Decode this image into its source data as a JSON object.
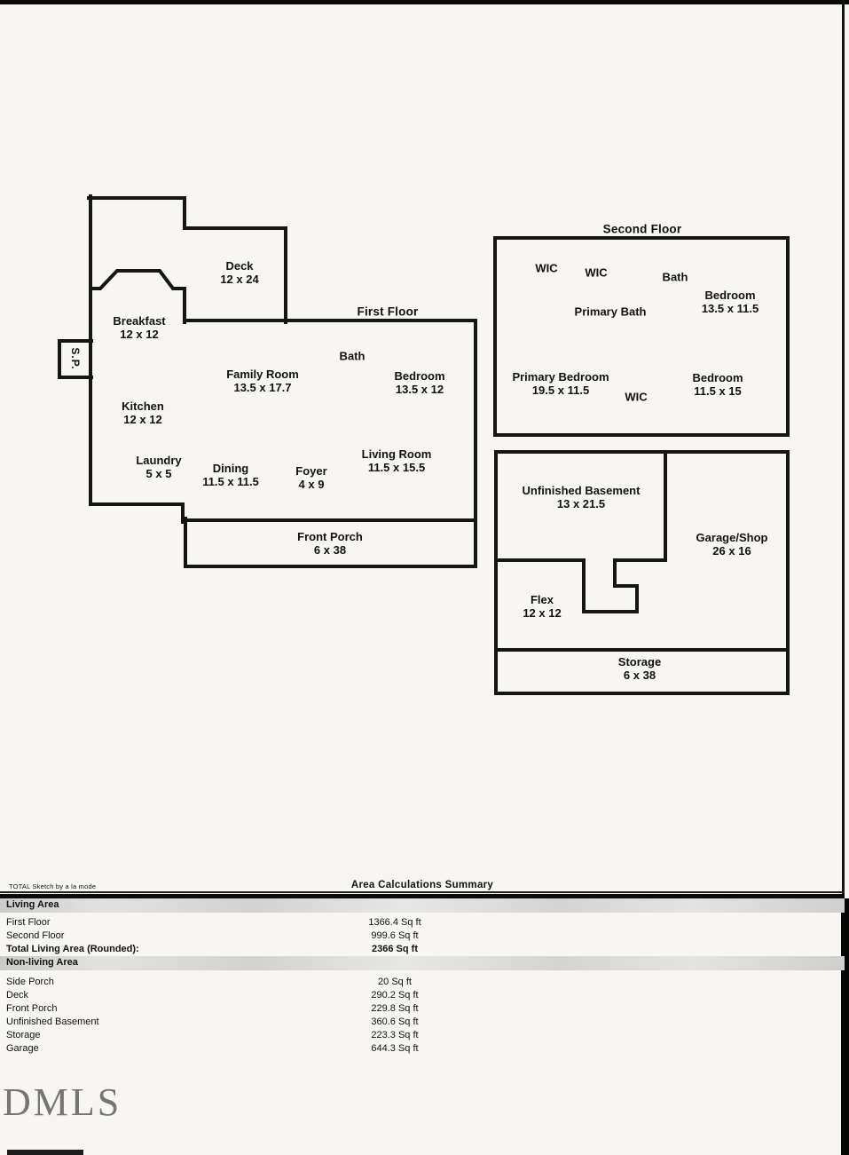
{
  "first_floor": {
    "title": "First Floor",
    "side_porch_label": "S.P.",
    "rooms": [
      {
        "name": "Deck",
        "dims": "12 x 24"
      },
      {
        "name": "Breakfast",
        "dims": "12 x 12"
      },
      {
        "name": "Bath"
      },
      {
        "name": "Family Room",
        "dims": "13.5 x 17.7"
      },
      {
        "name": "Bedroom",
        "dims": "13.5 x 12"
      },
      {
        "name": "Kitchen",
        "dims": "12 x 12"
      },
      {
        "name": "Laundry",
        "dims": "5 x 5"
      },
      {
        "name": "Dining",
        "dims": "11.5 x 11.5"
      },
      {
        "name": "Foyer",
        "dims": "4 x 9"
      },
      {
        "name": "Living Room",
        "dims": "11.5 x 15.5"
      },
      {
        "name": "Front Porch",
        "dims": "6 x 38"
      }
    ]
  },
  "second_floor": {
    "title": "Second Floor",
    "rooms": [
      {
        "name": "WIC"
      },
      {
        "name": "WIC"
      },
      {
        "name": "Bath"
      },
      {
        "name": "Bedroom",
        "dims": "13.5 x 11.5"
      },
      {
        "name": "Primary Bath"
      },
      {
        "name": "Primary Bedroom",
        "dims": "19.5 x 11.5"
      },
      {
        "name": "WIC"
      },
      {
        "name": "Bedroom",
        "dims": "11.5 x 15"
      }
    ]
  },
  "basement": {
    "rooms": [
      {
        "name": "Unfinished Basement",
        "dims": "13 x 21.5"
      },
      {
        "name": "Garage/Shop",
        "dims": "26 x 16"
      },
      {
        "name": "Flex",
        "dims": "12 x 12"
      },
      {
        "name": "Storage",
        "dims": "6 x 38"
      }
    ]
  },
  "summary": {
    "brand": "TOTAL Sketch by a la mode",
    "title": "Area Calculations Summary",
    "living_header": "Living Area",
    "living_rows": [
      {
        "label": "First Floor",
        "value": "1366.4 Sq ft"
      },
      {
        "label": "Second Floor",
        "value": "999.6 Sq ft"
      },
      {
        "label": "Total Living Area (Rounded):",
        "value": "2366 Sq ft"
      }
    ],
    "nonliving_header": "Non-living Area",
    "nonliving_rows": [
      {
        "label": "Side Porch",
        "value": "20 Sq ft"
      },
      {
        "label": "Deck",
        "value": "290.2 Sq ft"
      },
      {
        "label": "Front Porch",
        "value": "229.8 Sq ft"
      },
      {
        "label": "Unfinished Basement",
        "value": "360.6 Sq ft"
      },
      {
        "label": "Storage",
        "value": "223.3 Sq ft"
      },
      {
        "label": "Garage",
        "value": "644.3 Sq ft"
      }
    ]
  },
  "watermark": "DMLS"
}
